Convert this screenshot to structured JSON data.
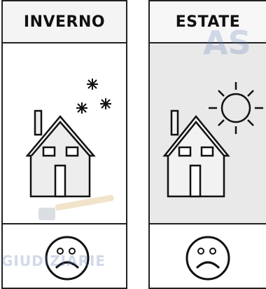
{
  "cards": [
    {
      "season": "INVERNO"
    },
    {
      "season": "ESTATE"
    }
  ],
  "watermark_text": [
    "AS",
    "GIUDIZIARIE"
  ]
}
